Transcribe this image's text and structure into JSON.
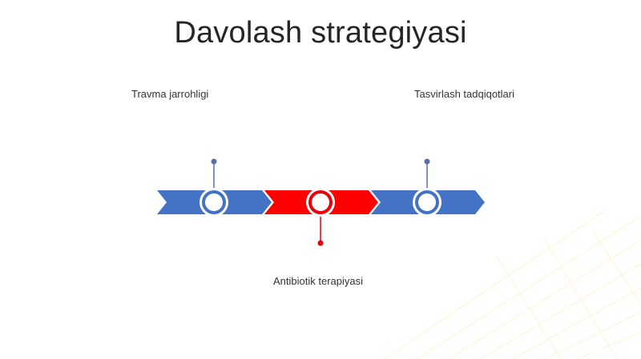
{
  "slide": {
    "title": "Davolash strategiyasi"
  },
  "timeline": {
    "milestones": [
      {
        "label": "Travma jarrohligi",
        "position": "above",
        "color": "#4472C4"
      },
      {
        "label": "Antibiotik terapiyasi",
        "position": "below",
        "color": "#E8000B"
      },
      {
        "label": "Tasvirlash tadqiqotlari",
        "position": "above",
        "color": "#4472C4"
      }
    ]
  },
  "colors": {
    "blue_segment": "#4472C4",
    "red_segment": "#FF0000",
    "marker_ring_fill": "#ffffff",
    "connector_blue": "#5A6FA6",
    "connector_red": "#E8000B",
    "background_pattern": "#FFF8DC"
  }
}
